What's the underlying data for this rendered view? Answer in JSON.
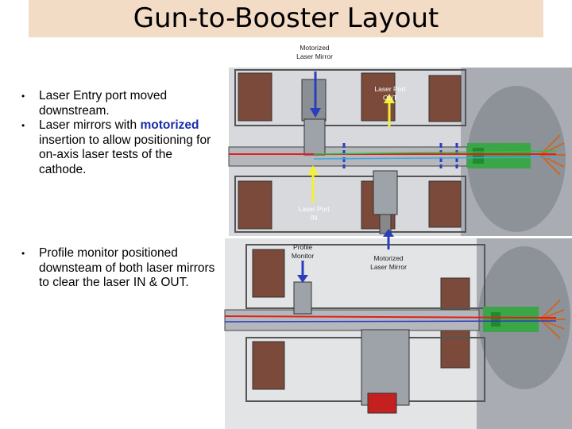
{
  "title": "Gun-to-Booster Layout",
  "bullets": {
    "b1": "Laser Entry port moved downstream.",
    "b2_pre": "Laser mirrors with ",
    "b2_kw": "motorized",
    "b2_post": " insertion to allow positioning for on-axis laser tests of the cathode.",
    "b3": "Profile monitor positioned downsteam of both laser mirrors to clear the laser IN & OUT."
  },
  "labels": {
    "mirror_top": "Motorized Laser Mirror",
    "port_out": "Laser Port OUT",
    "port_in": "Laser Port IN",
    "profile": "Profile Monitor",
    "mirror_bottom": "Motorized Laser Mirror"
  },
  "colors": {
    "title_bg": "#f3dcc6",
    "arrow_blue": "#2a3dbd",
    "arrow_yellow": "#f4ef3a",
    "laser_red": "#e02020",
    "beam_green": "#2fbf3f"
  }
}
